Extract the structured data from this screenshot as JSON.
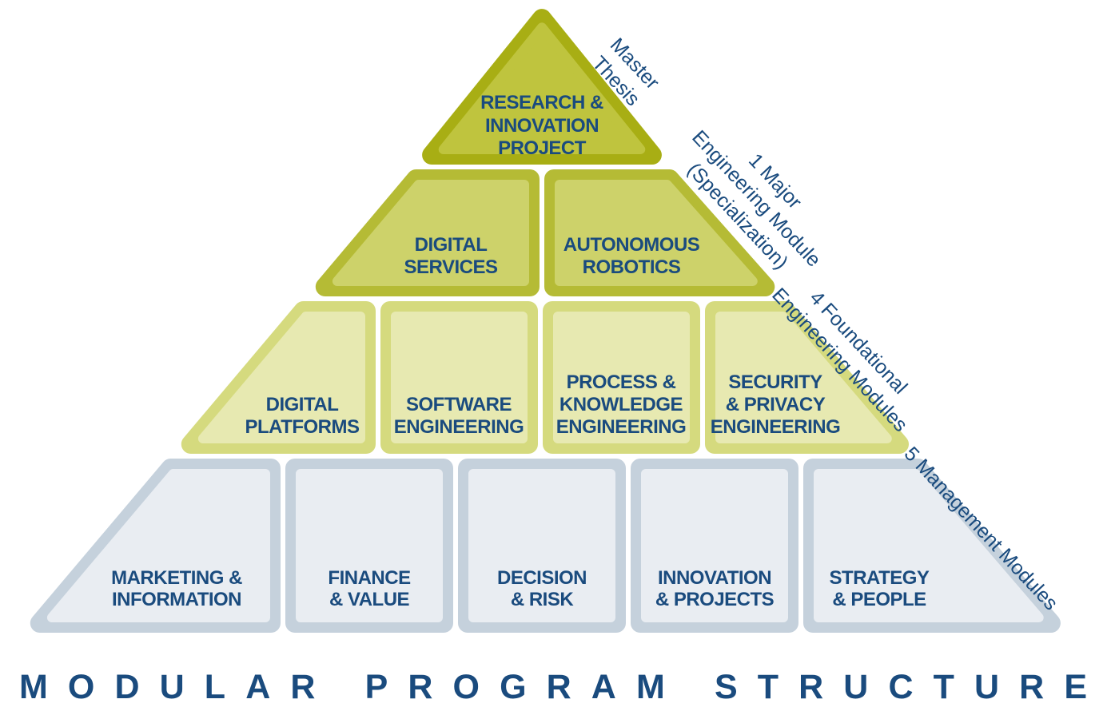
{
  "title": "MODULAR PROGRAM STRUCTURE",
  "colors": {
    "background": "#FFFFFF",
    "text_navy": "#1A4B7E",
    "level1_outer": "#A8AE14",
    "level1_inner": "#BFC43E",
    "level2_outer": "#B5BB35",
    "level2_inner": "#CDD26A",
    "level3_outer": "#D5DA7E",
    "level3_inner": "#E7E9B1",
    "level4_outer": "#C5D1DC",
    "level4_inner": "#E9EDF2"
  },
  "levels": [
    {
      "annotation_lines": [
        "Master",
        "Thesis"
      ],
      "blocks": [
        {
          "lines": [
            "RESEARCH &",
            "INNOVATION",
            "PROJECT"
          ]
        }
      ]
    },
    {
      "annotation_lines": [
        "1 Major",
        "Engineering Module",
        "(Specialization)"
      ],
      "blocks": [
        {
          "lines": [
            "DIGITAL",
            "SERVICES"
          ]
        },
        {
          "lines": [
            "AUTONOMOUS",
            "ROBOTICS"
          ]
        }
      ]
    },
    {
      "annotation_lines": [
        "4 Foundational",
        "Engineering Modules"
      ],
      "blocks": [
        {
          "lines": [
            "DIGITAL",
            "PLATFORMS"
          ]
        },
        {
          "lines": [
            "SOFTWARE",
            "ENGINEERING"
          ]
        },
        {
          "lines": [
            "PROCESS &",
            "KNOWLEDGE",
            "ENGINEERING"
          ]
        },
        {
          "lines": [
            "SECURITY",
            "& PRIVACY",
            "ENGINEERING"
          ]
        }
      ]
    },
    {
      "annotation_lines": [
        "5 Management Modules"
      ],
      "blocks": [
        {
          "lines": [
            "MARKETING &",
            "INFORMATION"
          ]
        },
        {
          "lines": [
            "FINANCE",
            "& VALUE"
          ]
        },
        {
          "lines": [
            "DECISION",
            "& RISK"
          ]
        },
        {
          "lines": [
            "INNOVATION",
            "& PROJECTS"
          ]
        },
        {
          "lines": [
            "STRATEGY",
            "& PEOPLE"
          ]
        }
      ]
    }
  ]
}
